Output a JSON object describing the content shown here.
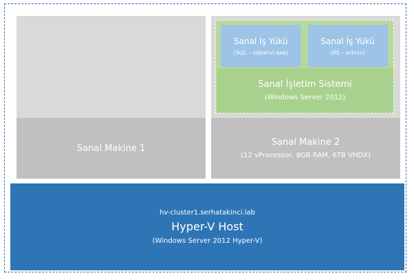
{
  "host": {
    "hostname": "hv-cluster1.serhatakinci.lab",
    "title": "Hyper-V Host",
    "subtitle": "(Windows Server 2012 Hyper-V)"
  },
  "vm1": {
    "title": "Sanal Makine 1"
  },
  "vm2": {
    "title": "Sanal Makine 2",
    "subtitle": "(12 vProcessor, 8GB RAM, 6TB VHDX)"
  },
  "os": {
    "title": "Sanal İşletim Sistemi",
    "subtitle": "(Windows Server 2012)"
  },
  "workloads": [
    {
      "title": "Sanal İş Yükü",
      "subtitle": "(SQL – sqlservr.exe)"
    },
    {
      "title": "Sanal İş Yükü",
      "subtitle": "(IIS – w3svc)"
    }
  ],
  "colors": {
    "host": "#2e75b6",
    "vm_top": "#d9d9d9",
    "vm_bottom": "#c0c0c0",
    "os_outer": "#b8d99b",
    "os_inner": "#a9d18e",
    "workload": "#9dc3e6"
  }
}
